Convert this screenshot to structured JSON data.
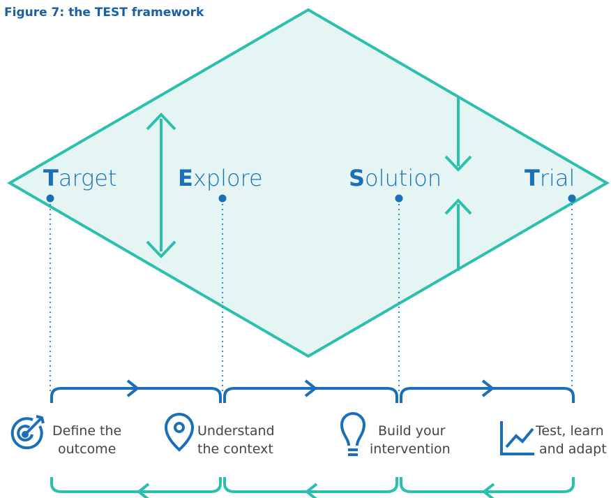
{
  "title": "Figure 7: the TEST framework",
  "phases": [
    {
      "initial": "T",
      "rest": "arget"
    },
    {
      "initial": "E",
      "rest": "xplore"
    },
    {
      "initial": "S",
      "rest": "olution"
    },
    {
      "initial": "T",
      "rest": "rial"
    }
  ],
  "steps": [
    {
      "line1": "Define the",
      "line2": "outcome",
      "icon": "target-icon"
    },
    {
      "line1": "Understand",
      "line2": "the context",
      "icon": "location-pin-icon"
    },
    {
      "line1": "Build your",
      "line2": "intervention",
      "icon": "lightbulb-icon"
    },
    {
      "line1": "Test, learn",
      "line2": "and adapt",
      "icon": "line-chart-icon"
    }
  ],
  "colors": {
    "teal": "#2bbfae",
    "teal_fill": "#e5f5f3",
    "blue": "#1a6fb8",
    "dark_blue": "#1a5fa3"
  }
}
